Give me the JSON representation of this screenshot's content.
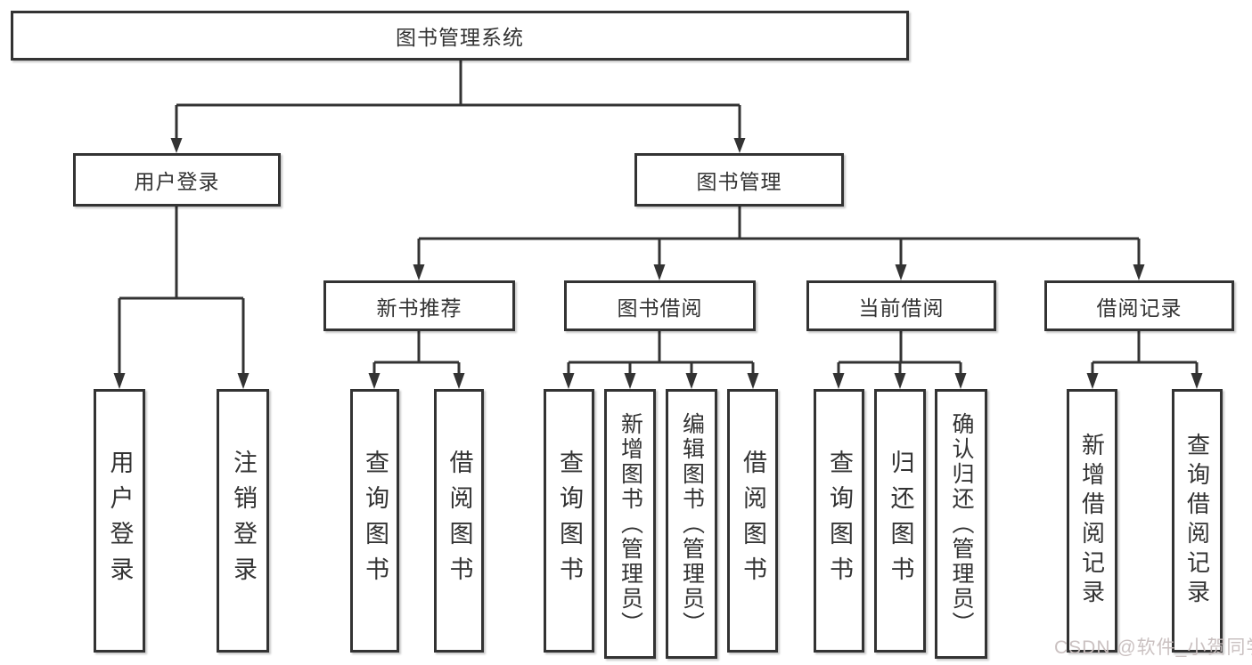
{
  "tree": {
    "root": "图书管理系统",
    "level2": [
      "用户登录",
      "图书管理"
    ],
    "level3": [
      "新书推荐",
      "图书借阅",
      "当前借阅",
      "借阅记录"
    ],
    "leaves": {
      "user_login": [
        "用户登录",
        "注销登录"
      ],
      "new_book": [
        "查询图书",
        "借阅图书"
      ],
      "borrow": [
        "查询图书",
        "新增图书（管理员）",
        "编辑图书（管理员）",
        "借阅图书"
      ],
      "current": [
        "查询图书",
        "归还图书",
        "确认归还（管理员）"
      ],
      "records": [
        "新增借阅记录",
        "查询借阅记录"
      ]
    }
  },
  "watermark": {
    "text": "CSDN @软件_小贺同学"
  },
  "colors": {
    "line": "#333333",
    "box_border": "#333333",
    "box_bg": "#ffffff",
    "text": "#333333",
    "watermark_text": "#c8bebe"
  }
}
